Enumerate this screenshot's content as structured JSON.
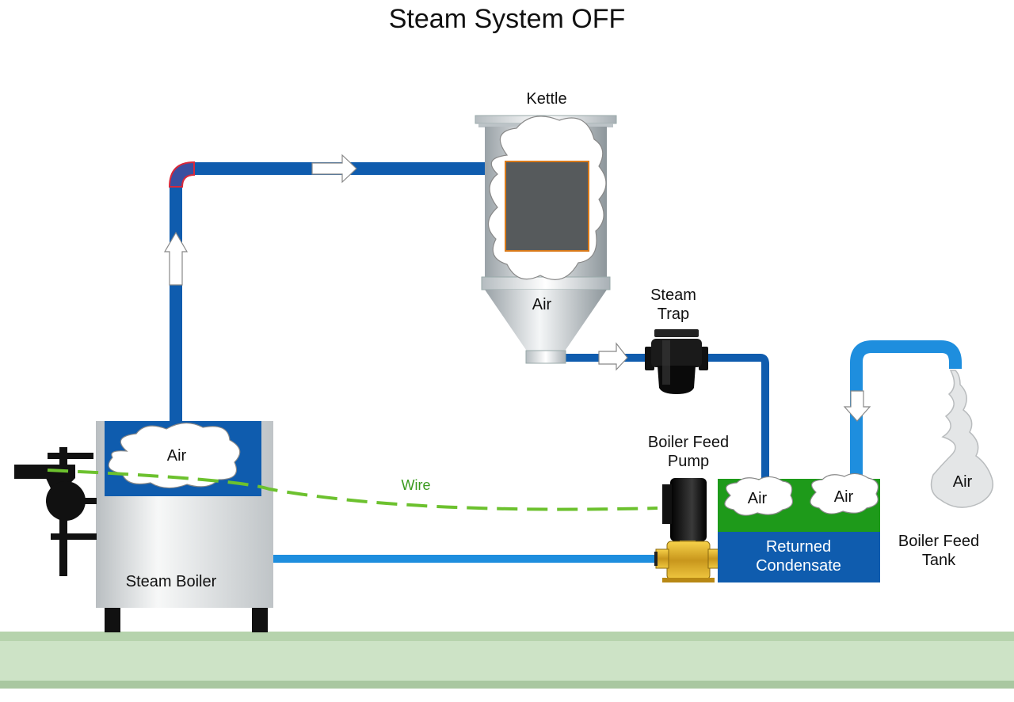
{
  "title": "Steam System OFF",
  "labels": {
    "kettle": "Kettle",
    "steam_trap": "Steam\nTrap",
    "boiler_feed_pump": "Boiler Feed\nPump",
    "boiler_feed_tank": "Boiler Feed\nTank",
    "steam_boiler": "Steam Boiler",
    "returned_condensate": "Returned\nCondensate",
    "wire": "Wire",
    "air": "Air"
  },
  "colors": {
    "steam_pipe": "#0f5cae",
    "water_pipe": "#1e8ede",
    "wire": "#6cc12e",
    "condensate": "#0f5cae",
    "air_space": "#1e9a1a",
    "ground": "#cde3c6"
  }
}
